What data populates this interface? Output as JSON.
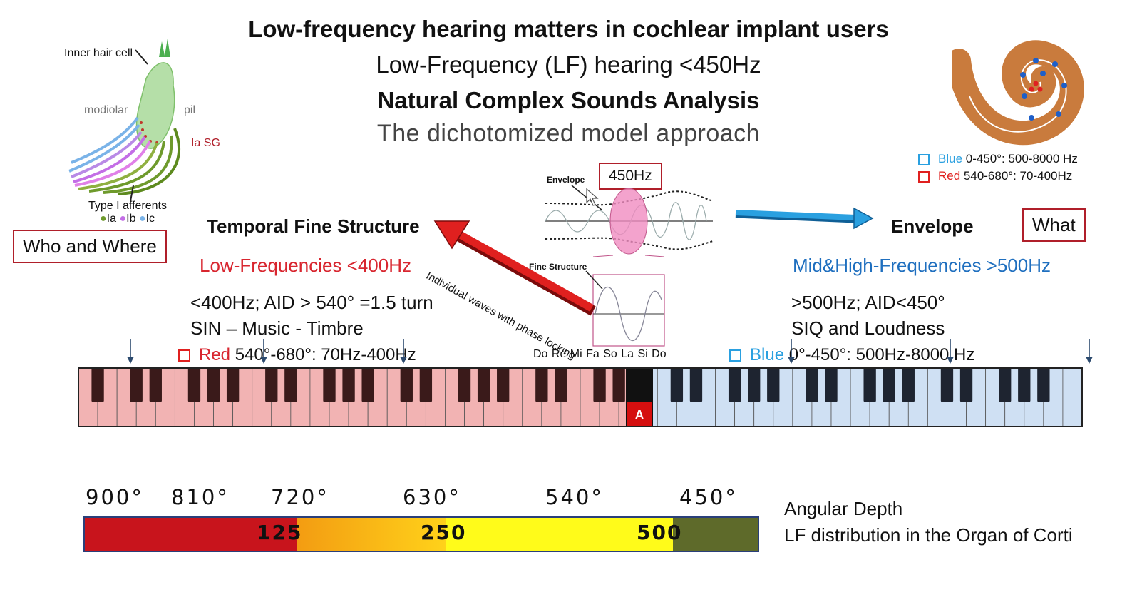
{
  "header": {
    "title": "Low-frequency hearing matters in cochlear implant users",
    "subtitle1": "Low-Frequency (LF) hearing <450Hz",
    "subtitle2": "Natural Complex Sounds Analysis",
    "subtitle3": "The dichotomized model approach"
  },
  "hair_cell": {
    "inner_hair_cell": "Inner hair cell",
    "modiolar": "modiolar",
    "pil": "pil",
    "ia_sg": "Ia SG",
    "type_afferents": "Type I afferents",
    "afferent_types": [
      "Ia",
      "Ib",
      "Ic"
    ]
  },
  "cochlea_legend": {
    "blue_word": "Blue",
    "blue_text": " 0-450°: 500-8000 Hz",
    "red_word": "Red",
    "red_text": " 540-680°: 70-400Hz"
  },
  "boxes": {
    "who_where": "Who and Where",
    "what": "What",
    "hz450": "450Hz"
  },
  "wave_diagram": {
    "envelope": "Envelope",
    "fine_structure": "Fine Structure",
    "arrow_text": "Individual waves with phase locking",
    "solfege": "Do Re Mi Fa So La Si Do"
  },
  "left_column": {
    "heading": "Temporal Fine Structure",
    "range": "Low-Frequencies <400Hz",
    "line1": "<400Hz; AID > 540° =1.5 turn",
    "line2": "SIN – Music - Timbre",
    "legend_word": "Red",
    "legend_text": " 540°-680°: 70Hz-400Hz"
  },
  "right_column": {
    "heading": "Envelope",
    "range": "Mid&High-Frequencies >500Hz",
    "line1": ">500Hz; AID<450°",
    "line2": "SIQ and Loudness",
    "legend_word": "Blue",
    "legend_text": " 0°-450°: 500Hz-8000 Hz"
  },
  "keyboard": {
    "a_label": "A"
  },
  "scale": {
    "degrees": [
      "900°",
      "810°",
      "720°",
      "630°",
      "540°",
      "450°"
    ],
    "numbers": [
      "125",
      "250",
      "500"
    ],
    "label1": "Angular Depth",
    "label2": "LF distribution in the Organ of Corti"
  },
  "colors": {
    "red_text": "#d8262f",
    "blue_text": "#1f6fbf",
    "box_border": "#b01f2a",
    "keys_red": "#f2b3b3",
    "keys_blue": "#cfe0f3",
    "arrow_red": "#e0201f",
    "arrow_blue": "#2aa0e0"
  }
}
